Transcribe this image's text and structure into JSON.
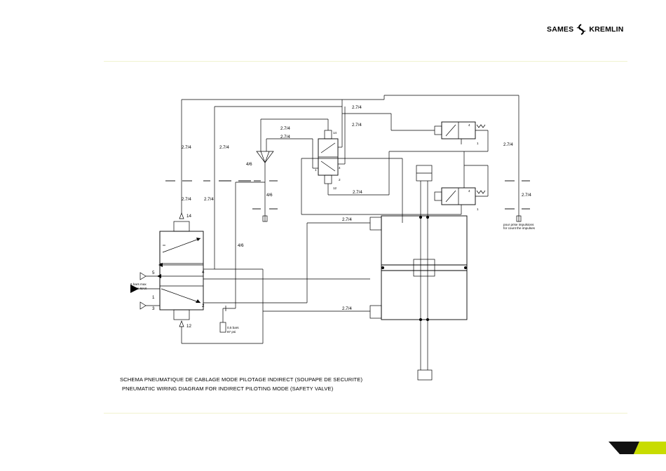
{
  "brand": {
    "left": "SAMES",
    "right": "KREMLIN"
  },
  "captions": {
    "fr": "SCHEMA PNEUMATIQUE DE CABLAGE MODE PILOTAGE INDIRECT (SOUPAPE DE SECURITE)",
    "en": "PNEUMATIIC WIRING DIAGRAM FOR INDIRECT PILOTING MODE (SAFETY VALVE)"
  },
  "labels": {
    "pipe_a": "2.7/4",
    "pipe_b": "4/6",
    "port_14": "14",
    "port_12": "12",
    "port_1": "1",
    "port_2": "2",
    "port_3": "3",
    "port_4": "4",
    "port_5": "5",
    "supply_line1": "6 bars max",
    "supply_line2": "88 psi MAX",
    "regulator_line1": "0,5 bars",
    "regulator_line2": "87 psi",
    "impulse_line1": "pour prise impulsions",
    "impulse_line2": "for count the impulses"
  },
  "colors": {
    "rule": "#f0f3cf",
    "accent": "#c8dc00",
    "dark": "#111111"
  },
  "icons": {
    "logo": "sames-kremlin-swirl-icon",
    "corner": "corner-stripe-icon"
  }
}
